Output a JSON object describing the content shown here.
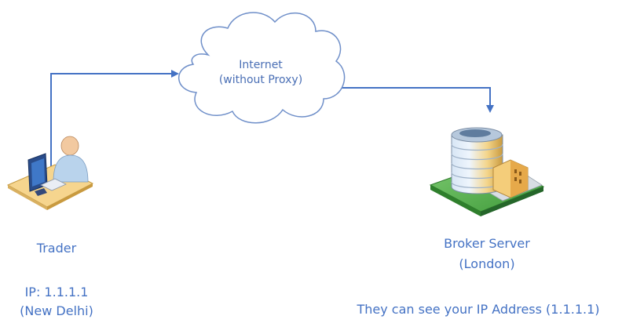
{
  "cloud": {
    "line1": "Internet",
    "line2": "(without Proxy)"
  },
  "trader": {
    "name": "Trader",
    "ip": "IP: 1.1.1.1",
    "location": "(New Delhi)",
    "icon": "trader-computer-icon"
  },
  "broker": {
    "name": "Broker Server",
    "location": "(London)",
    "icon": "server-building-icon"
  },
  "note": "They can see your IP Address (1.1.1.1)",
  "colors": {
    "connector": "#4472c4",
    "text": "#4472c4",
    "cloud_fill": "#ffffff",
    "cloud_stroke": "#6f8fc9"
  }
}
